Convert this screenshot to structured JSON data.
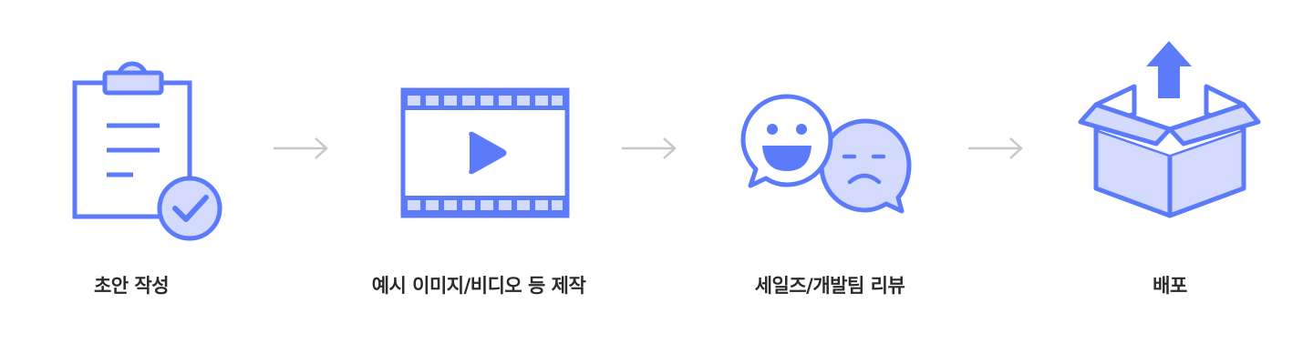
{
  "colors": {
    "primary": "#5b7bfa",
    "light_fill": "#d3dafd",
    "arrow": "#c7c7c7",
    "text": "#2b2b2b"
  },
  "steps": [
    {
      "label": "초안 작성",
      "icon": "clipboard-check-icon"
    },
    {
      "label": "예시 이미지/비디오 등 제작",
      "icon": "video-play-icon"
    },
    {
      "label": "세일즈/개발팀 리뷰",
      "icon": "chat-faces-icon"
    },
    {
      "label": "배포",
      "icon": "box-upload-icon"
    }
  ],
  "connectors": [
    "arrow-right-icon",
    "arrow-right-icon",
    "arrow-right-icon"
  ]
}
